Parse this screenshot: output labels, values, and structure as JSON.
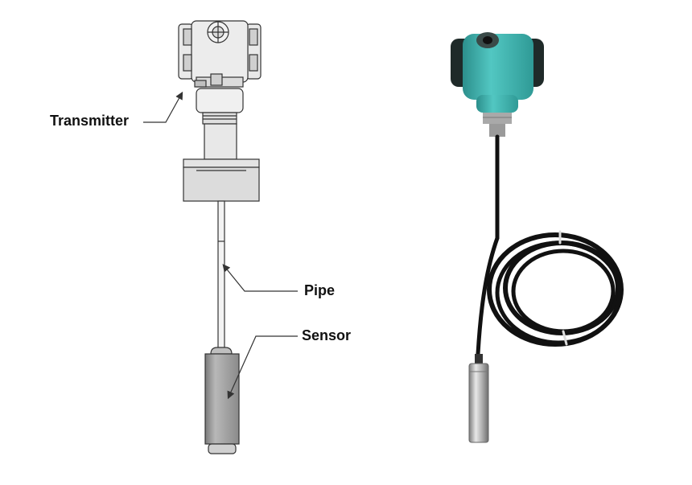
{
  "labels": {
    "transmitter": "Transmitter",
    "pipe": "Pipe",
    "sensor": "Sensor"
  },
  "colors": {
    "line_art": "#333333",
    "fill_light": "#e6e6e6",
    "fill_mid": "#cfcfcf",
    "sensor_fill": "#9a9a9a",
    "housing_teal": "#3fb4b0",
    "housing_dark": "#23312f",
    "cable": "#111111",
    "steel": "#b5b5b5",
    "background": "#ffffff"
  },
  "icons": {
    "left": "level-transmitter-line-drawing",
    "right": "submersible-level-transmitter-photo"
  }
}
